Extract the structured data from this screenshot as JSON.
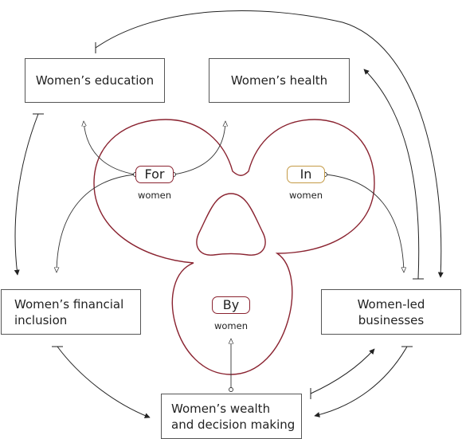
{
  "boxes": {
    "education": "Women’s education",
    "health": "Women’s health",
    "financial_line1": "Women’s financial",
    "financial_line2": "inclusion",
    "led_line1": "Women-led",
    "led_line2": "businesses",
    "wealth_line1": "Women’s wealth",
    "wealth_line2": "and decision making"
  },
  "lobes": {
    "for_label": "For",
    "for_sub": "women",
    "in_label": "In",
    "in_sub": "women",
    "by_label": "By",
    "by_sub": "women"
  },
  "colors": {
    "trefoil_stroke": "#8a2330",
    "for_pill_border": "#8a2330",
    "in_pill_border": "#c49a45",
    "by_pill_border": "#8a2330",
    "box_border": "#555555",
    "arrow_stroke": "#222222"
  }
}
